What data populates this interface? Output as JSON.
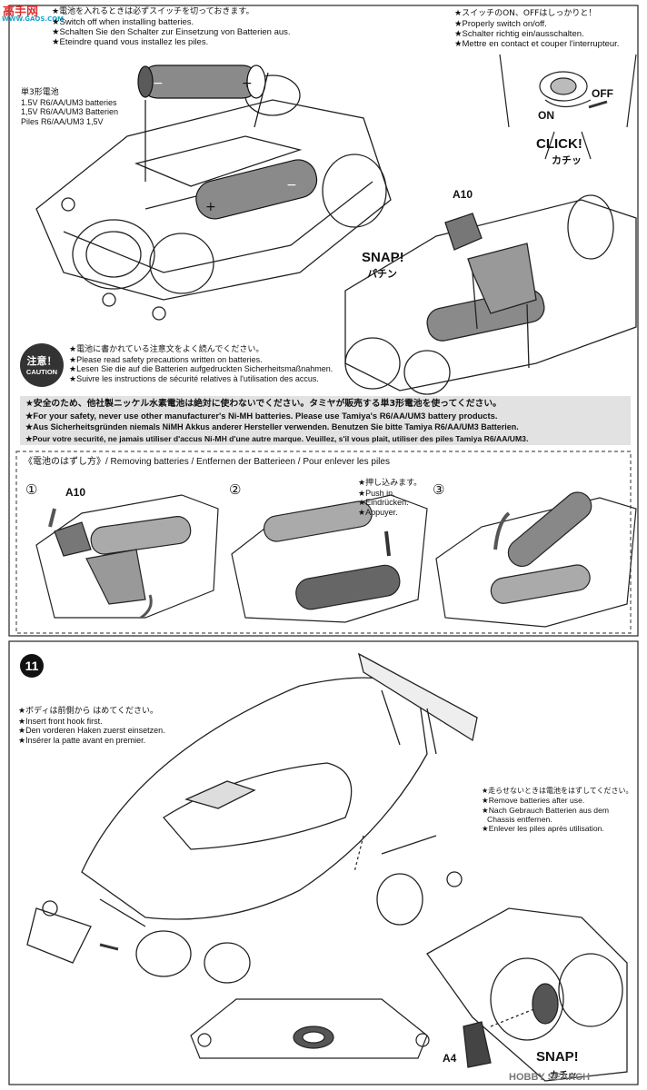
{
  "watermark": {
    "left": "高手网",
    "right": "WWW.GAOS.COM"
  },
  "switch_off_note": {
    "ja": "★電池を入れるときは必ずスイッチを切っておきます。",
    "en": "★Switch off when installing batteries.",
    "de": "★Schalten Sie den Schalter zur Einsetzung von Batterien aus.",
    "fr": "★Eteindre quand vous installez les piles."
  },
  "switch_onoff_note": {
    "ja": "★スイッチのON、OFFはしっかりと！",
    "en": "★Properly switch on/off.",
    "de": "★Schalter richtig ein/ausschalten.",
    "fr": "★Mettre en contact et couper l'interrupteur."
  },
  "battery_label": {
    "ja": "単3形電池",
    "en": "1.5V R6/AA/UM3 batteries",
    "de": "1,5V R6/AA/UM3 Batterien",
    "fr": "Piles R6/AA/UM3 1,5V"
  },
  "switch_labels": {
    "on": "ON",
    "off": "OFF",
    "click": "CLICK!",
    "click_ja": "カチッ"
  },
  "snap_upper": {
    "en": "SNAP!",
    "ja": "パチン"
  },
  "part_a10": "A10",
  "caution": {
    "badge_ja": "注意！",
    "badge_en": "CAUTION",
    "ja": "★電池に書かれている注意文をよく読んでください。",
    "en": "★Please read safety precautions written on batteries.",
    "de": "★Lesen Sie die auf die Batterien aufgedruckten Sicherheitsmaßnahmen.",
    "fr": "★Suivre les instructions de sécurité relatives à l'utilisation des accus."
  },
  "nimh_warning": {
    "ja": "★安全のため、他社製ニッケル水素電池は絶対に使わないでください。タミヤが販売する単3形電池を使ってください。",
    "en": "★For your safety, never use other manufacturer's Ni-MH batteries. Please use Tamiya's R6/AA/UM3 battery products.",
    "de": "★Aus Sicherheitsgründen niemals NiMH Akkus anderer Hersteller verwenden. Benutzen Sie bitte Tamiya R6/AA/UM3 Batterien.",
    "fr": "★Pour votre securité, ne jamais utiliser d'accus Ni-MH d'une autre marque. Veuillez, s'il vous plait, utiliser des piles Tamiya R6/AA/UM3."
  },
  "removing": {
    "title": "《電池のはずし方》/ Removing batteries / Entfernen der Batterieen / Pour enlever les piles",
    "step1": "①",
    "step2": "②",
    "step3": "③",
    "part": "A10",
    "push": {
      "ja": "★押し込みます。",
      "en": "★Push in.",
      "de": "★Eindrücken.",
      "fr": "★Appuyer."
    }
  },
  "step11": {
    "number": "11",
    "front_hook": {
      "ja": "★ボディは前側から はめてください。",
      "en": "★Insert front hook first.",
      "de": "★Den vorderen Haken zuerst einsetzen.",
      "fr": "★Insérer la patte avant en premier."
    },
    "remove_after_use": {
      "ja": "★走らせないときは電池をはずしてください。",
      "en": "★Remove batteries after use.",
      "de": "★Nach Gebrauch Batterien aus dem",
      "de2": "Chassis entfernen.",
      "fr": "★Enlever les piles après utilisation."
    },
    "part_a4": "A4",
    "snap": {
      "en": "SNAP!",
      "ja": "カチッ"
    }
  },
  "footer_watermark": "HOBBY SEARCH",
  "colors": {
    "warning_bg": "#e2e2e2",
    "caution_badge": "#333333"
  }
}
